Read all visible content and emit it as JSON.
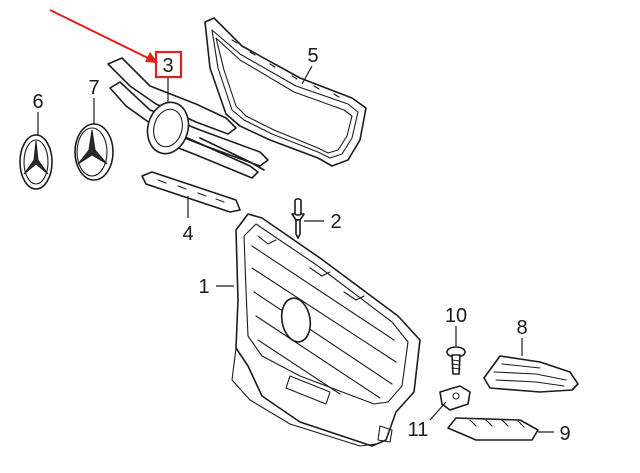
{
  "diagram": {
    "callouts": [
      {
        "id": "1",
        "label": "1"
      },
      {
        "id": "2",
        "label": "2"
      },
      {
        "id": "3",
        "label": "3",
        "highlighted": true
      },
      {
        "id": "4",
        "label": "4"
      },
      {
        "id": "5",
        "label": "5"
      },
      {
        "id": "6",
        "label": "6"
      },
      {
        "id": "7",
        "label": "7"
      },
      {
        "id": "8",
        "label": "8"
      },
      {
        "id": "9",
        "label": "9"
      },
      {
        "id": "10",
        "label": "10"
      },
      {
        "id": "11",
        "label": "11"
      }
    ],
    "highlight_color": "#e0201b",
    "arrow_color": "#e0201b"
  }
}
